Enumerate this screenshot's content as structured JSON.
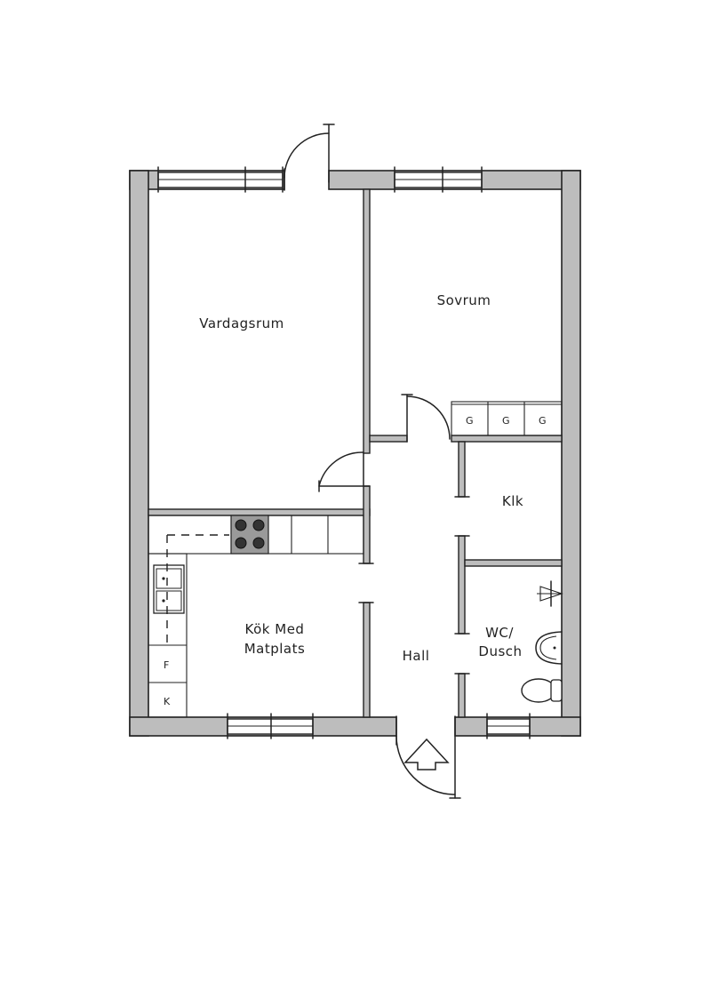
{
  "rooms": {
    "vardagsrum": "Vardagsrum",
    "sovrum": "Sovrum",
    "klk": "Klk",
    "kok_line1": "Kök Med",
    "kok_line2": "Matplats",
    "hall": "Hall",
    "wc_line1": "WC/",
    "wc_line2": "Dusch"
  },
  "wardrobes": [
    "G",
    "G",
    "G"
  ],
  "appliances": {
    "fridge": "F",
    "freezer": "K"
  },
  "colors": {
    "wall_fill": "#bdbdbd",
    "line": "#222222",
    "background": "#ffffff"
  },
  "icons": [
    "entrance-arrow-icon",
    "stove-icon",
    "sink-icon",
    "toilet-icon",
    "washbasin-icon",
    "shower-icon"
  ]
}
